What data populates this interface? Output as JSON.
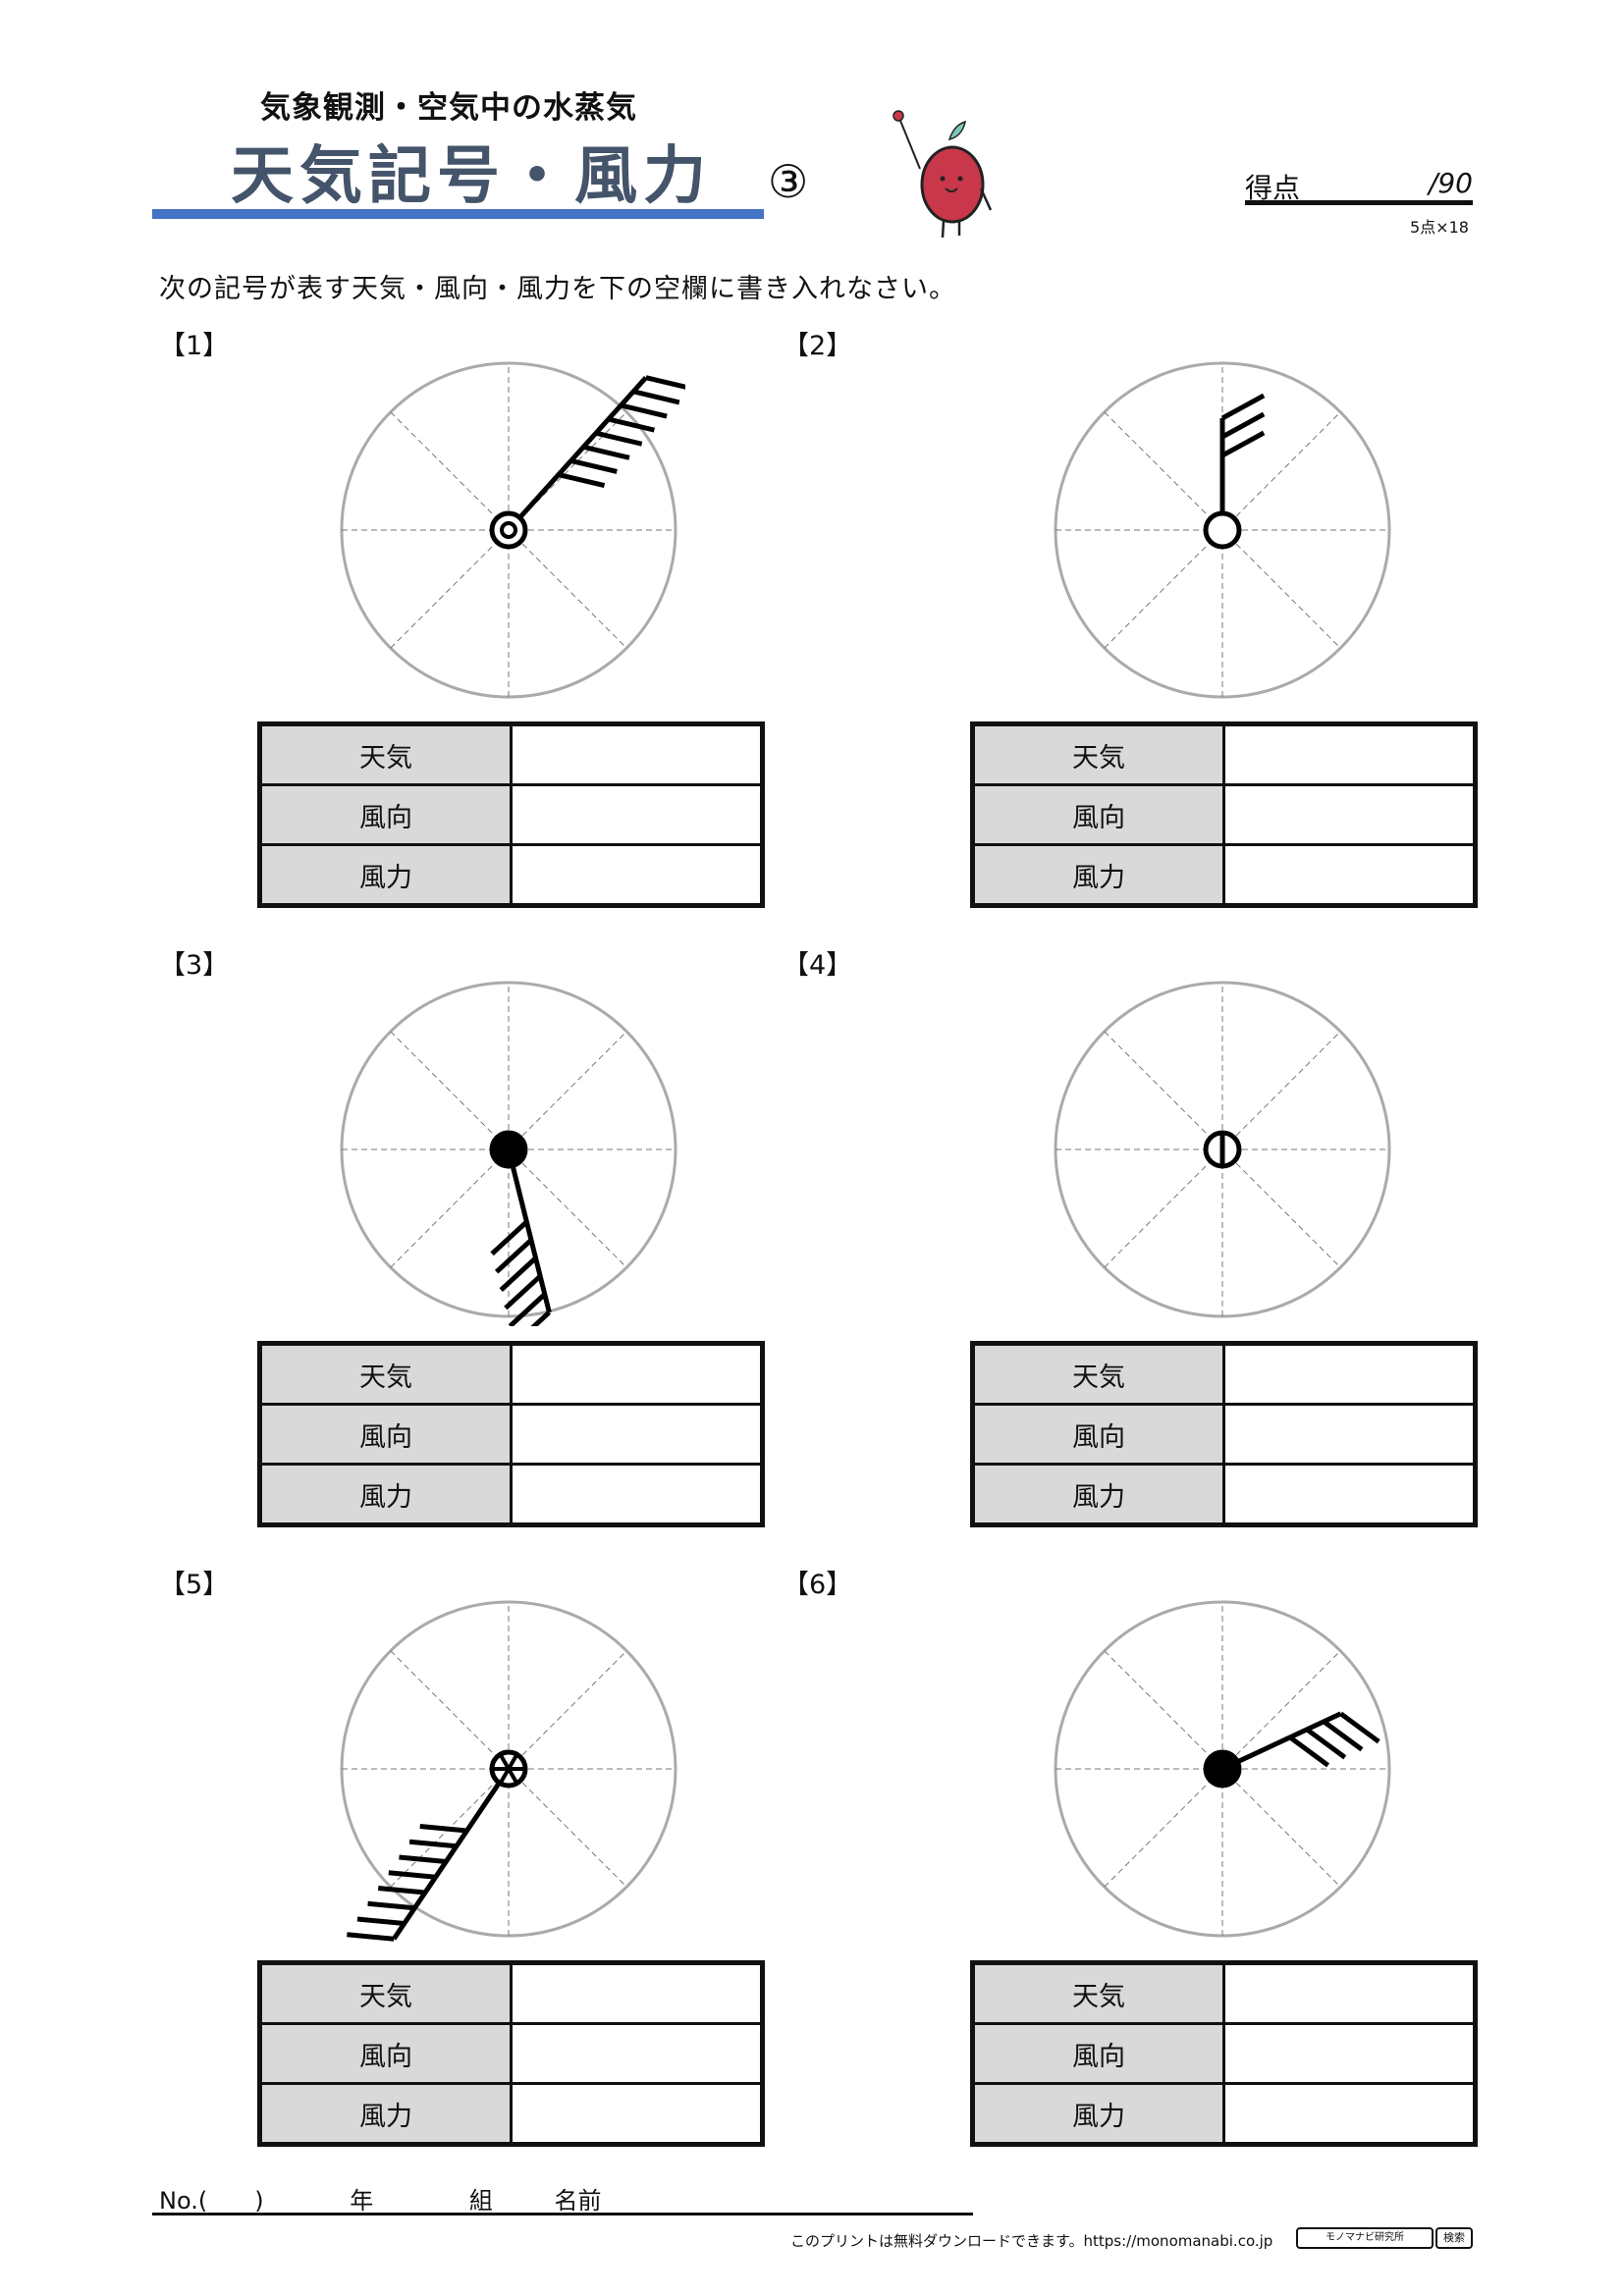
{
  "header": {
    "subtitle": "気象観測・空気中の水蒸気",
    "title": "天気記号・風力",
    "number": "③",
    "score_label": "得点",
    "score_max": "/90",
    "points_note": "5点×18"
  },
  "instruction": "次の記号が表す天気・風向・風力を下の空欄に書き入れなさい。",
  "table_labels": {
    "weather": "天気",
    "direction": "風向",
    "force": "風力"
  },
  "questions": [
    {
      "label": "【1】"
    },
    {
      "label": "【2】"
    },
    {
      "label": "【3】"
    },
    {
      "label": "【4】"
    },
    {
      "label": "【5】"
    },
    {
      "label": "【6】"
    }
  ],
  "stations": [
    {
      "weather": "cloudy",
      "direction_deg": 42,
      "force": 8
    },
    {
      "weather": "clear",
      "direction_deg": 0,
      "force": 3
    },
    {
      "weather": "rain",
      "direction_deg": 166,
      "force": 6
    },
    {
      "weather": "fog",
      "direction_deg": 0,
      "force": 0
    },
    {
      "weather": "snow",
      "direction_deg": 214,
      "force": 8
    },
    {
      "weather": "rain",
      "direction_deg": 65,
      "force": 4
    }
  ],
  "footer": {
    "no_label": "No.(　　)",
    "year": "年",
    "class": "組",
    "name": "名前",
    "credit": "このプリントは無料ダウンロードできます。https://monomanabi.co.jp",
    "search_box": "モノマナビ研究所",
    "search_button": "検索"
  },
  "colors": {
    "title": "#44546a",
    "accent": "#4472c4",
    "label_bg": "#d9d9d9",
    "apple": "#c8374a"
  }
}
